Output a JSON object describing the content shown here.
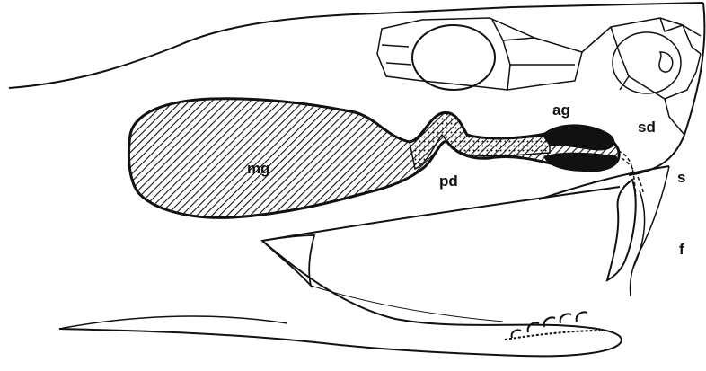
{
  "labels": {
    "mg": "mg",
    "pd": "pd",
    "ag": "ag",
    "sd": "sd",
    "s": "s",
    "f": "f"
  },
  "colors": {
    "ink": "#111111",
    "background": "#ffffff"
  }
}
